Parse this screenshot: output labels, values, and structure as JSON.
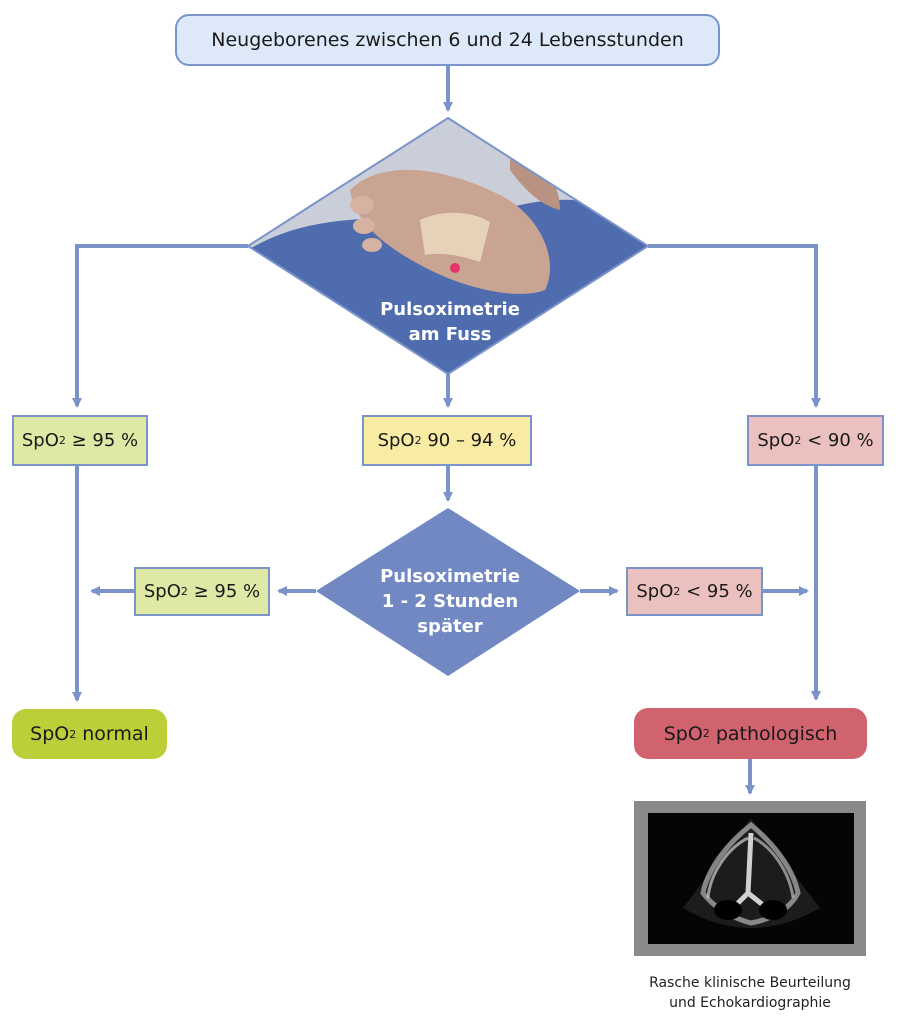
{
  "start": {
    "label": "Neugeborenes zwischen 6 und 24 Lebensstunden"
  },
  "decision_foot": {
    "line1": "Pulsoximetrie",
    "line2": "am Fuss"
  },
  "branches": {
    "left": {
      "prefix": "SpO",
      "sub": "2",
      "suffix": " ≥ 95 %"
    },
    "middle": {
      "prefix": "SpO",
      "sub": "2",
      "suffix": " 90 – 94 %"
    },
    "right": {
      "prefix": "SpO",
      "sub": "2",
      "suffix": " < 90 %"
    }
  },
  "decision_later": {
    "line1": "Pulsoximetrie",
    "line2": "1 - 2 Stunden",
    "line3": "später"
  },
  "recheck": {
    "left": {
      "prefix": "SpO",
      "sub": "2",
      "suffix": " ≥ 95 %"
    },
    "right": {
      "prefix": "SpO",
      "sub": "2",
      "suffix": " < 95 %"
    }
  },
  "outcomes": {
    "normal": {
      "prefix": "SpO",
      "sub": "2",
      "suffix": " normal"
    },
    "pathologic": {
      "prefix": "SpO",
      "sub": "2",
      "suffix": " pathologisch"
    }
  },
  "caption": {
    "line1": "Rasche klinische Beurteilung",
    "line2": "und Echokardiographie"
  },
  "colors": {
    "connector": "#7a93c8",
    "diamond": "#7188c3",
    "start_fill": "#dde9f9",
    "green_fill": "#e0e8a5",
    "yellow_fill": "#f8eca4",
    "red_fill": "#eac1bf",
    "normal_fill": "#bccf38",
    "pathologic_fill": "#d0636e"
  }
}
